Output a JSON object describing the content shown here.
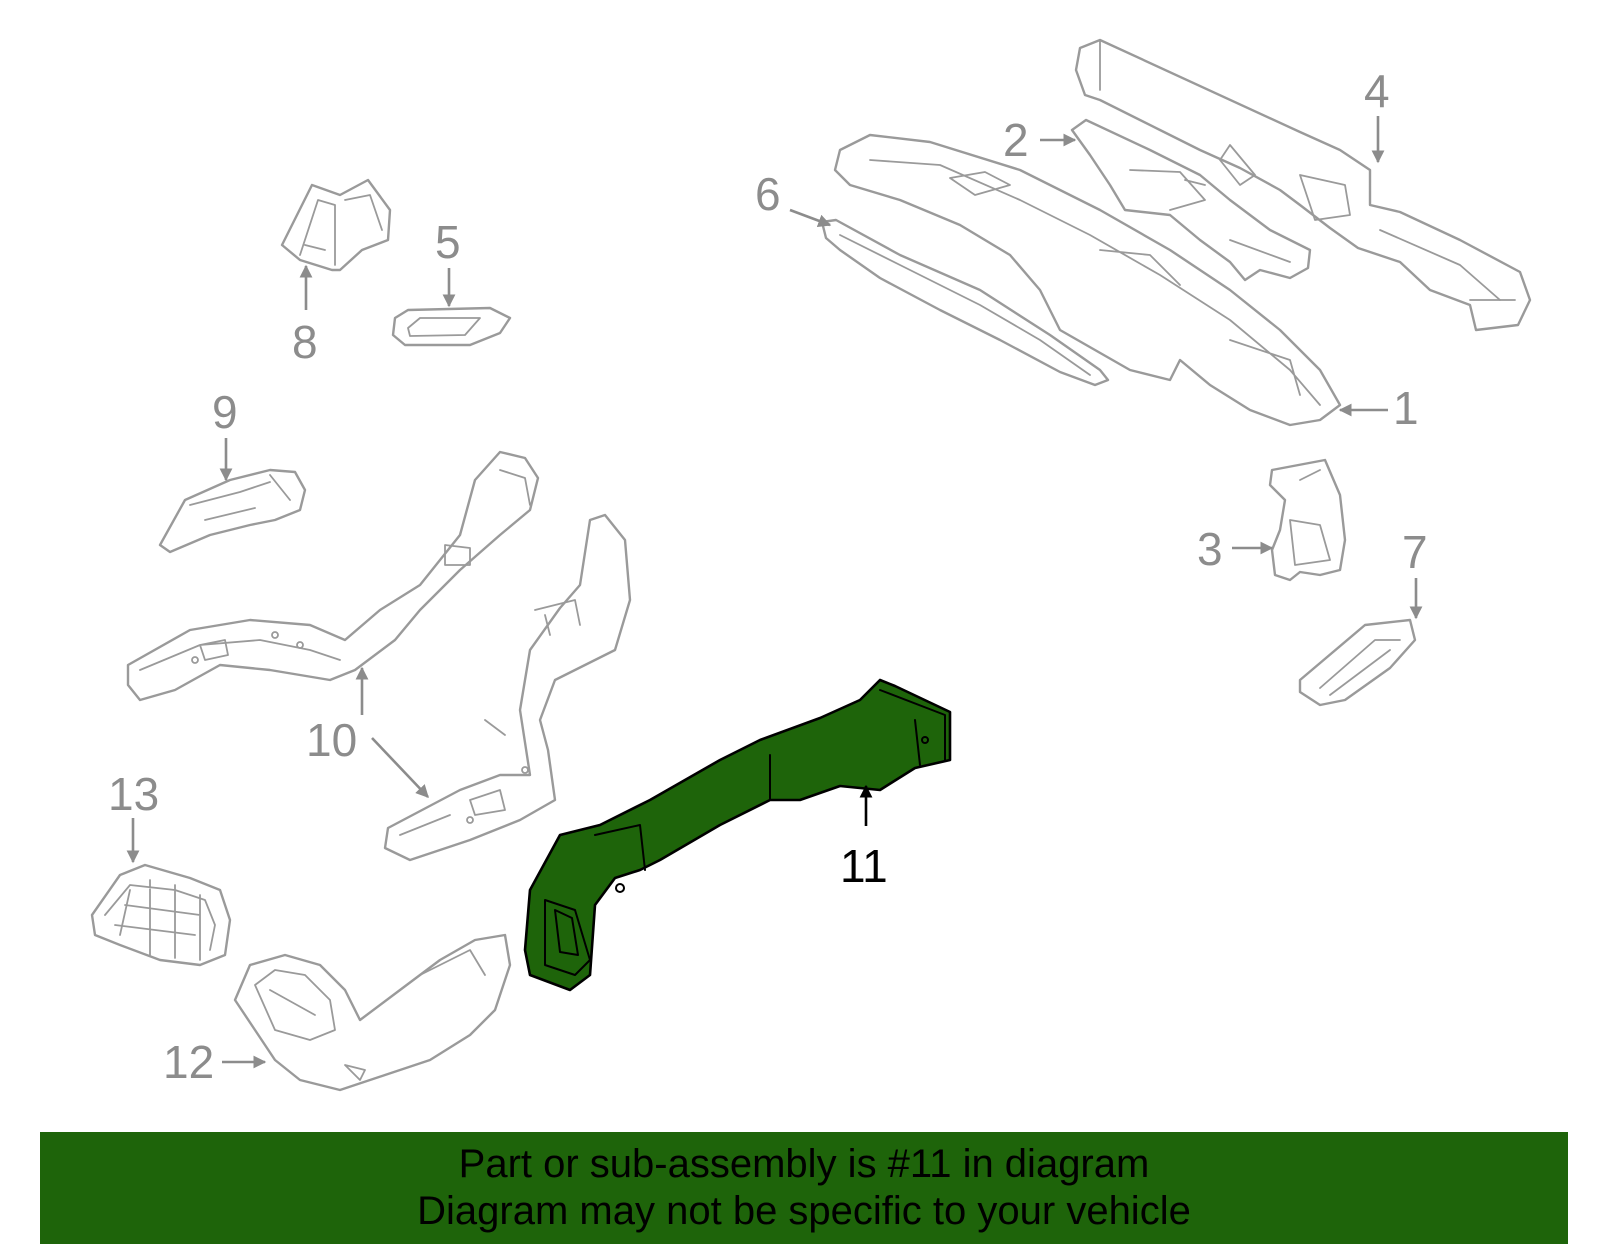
{
  "diagram": {
    "callouts": {
      "c1": "1",
      "c2": "2",
      "c3": "3",
      "c4": "4",
      "c5": "5",
      "c6": "6",
      "c7": "7",
      "c8": "8",
      "c9": "9",
      "c10": "10",
      "c11": "11",
      "c12": "12",
      "c13": "13"
    },
    "highlighted_part": "11",
    "colors": {
      "highlight": "#1e640a",
      "outline": "#9a9a9a",
      "label": "#8c8c8c"
    }
  },
  "banner": {
    "line1": "Part or sub-assembly is #11 in diagram",
    "line2": "Diagram may not be specific to your vehicle"
  }
}
